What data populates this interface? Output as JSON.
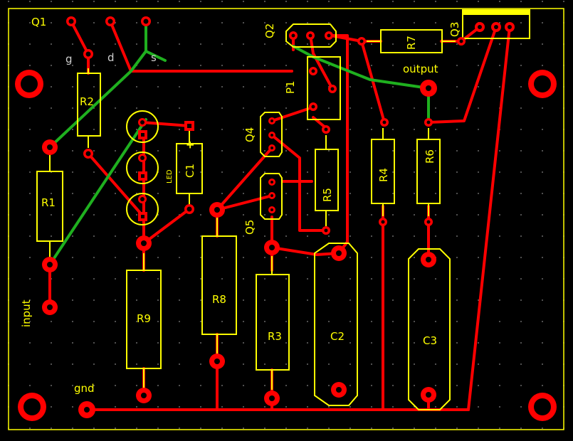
{
  "board": {
    "title_q1": "Q1",
    "gate": "g",
    "drain": "d",
    "source": "s",
    "output": "output",
    "input": "input",
    "gnd": "gnd",
    "led": "LED"
  },
  "components": {
    "r1": "R1",
    "r2": "R2",
    "r3": "R3",
    "r4": "R4",
    "r5": "R5",
    "r6": "R6",
    "r7": "R7",
    "r8": "R8",
    "r9": "R9",
    "c1": "C1",
    "c1_plus": "+",
    "c2": "C2",
    "c3": "C3",
    "q2": "Q2",
    "q3": "Q3",
    "q4": "Q4",
    "q5": "Q5",
    "p1": "P1"
  },
  "colors": {
    "background": "#000000",
    "silkscreen": "#ffff00",
    "copper_top": "#ff0000",
    "copper_jumper": "#1fb01f",
    "net_label": "#d0d0d0"
  }
}
